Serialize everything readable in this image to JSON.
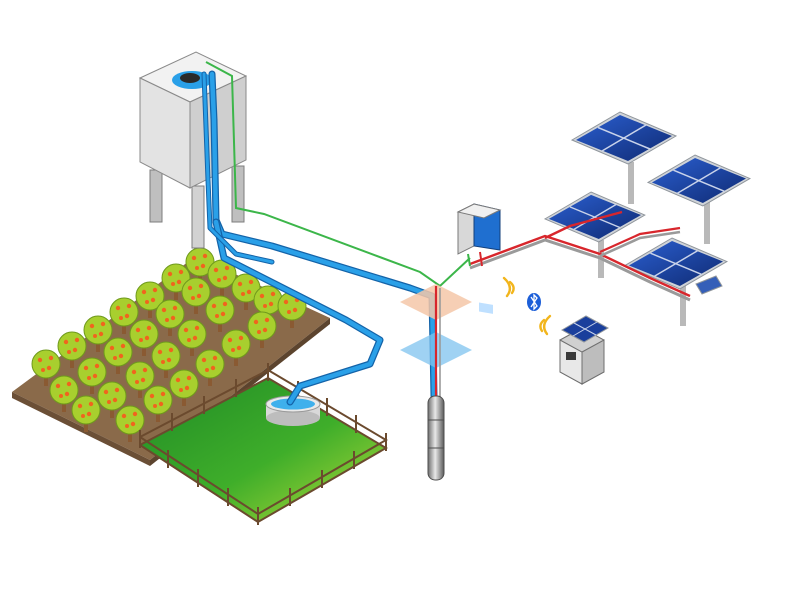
{
  "diagram": {
    "components": [
      {
        "id": "water-tank",
        "icon": "elevated-water-tank-icon"
      },
      {
        "id": "orchard",
        "icon": "fruit-tree-grove-icon"
      },
      {
        "id": "pasture",
        "icon": "fenced-pasture-icon"
      },
      {
        "id": "water-trough",
        "icon": "round-water-trough-icon"
      },
      {
        "id": "pump-controller",
        "icon": "wall-mounted-controller-icon"
      },
      {
        "id": "submersible-pump",
        "icon": "borehole-pump-icon"
      },
      {
        "id": "solar-array",
        "icon": "solar-panel-icon",
        "count": 4
      },
      {
        "id": "remote-monitor",
        "icon": "wireless-monitor-box-icon"
      },
      {
        "id": "bluetooth-link",
        "icon": "bluetooth-icon"
      }
    ],
    "colors": {
      "water_pipe": "#2aa0e8",
      "water_pipe_edge": "#1463a8",
      "signal_wire": "#3cb64a",
      "power_wire_red": "#d8262c",
      "power_wire_grey": "#9a9a9a",
      "panel_blue": "#1a3f9c",
      "tree_leaf": "#a8cf2e",
      "fruit": "#f0641e",
      "grass": "#3fae2a",
      "soil": "#8a6a4a",
      "tank_body": "#e6e6e6"
    }
  }
}
